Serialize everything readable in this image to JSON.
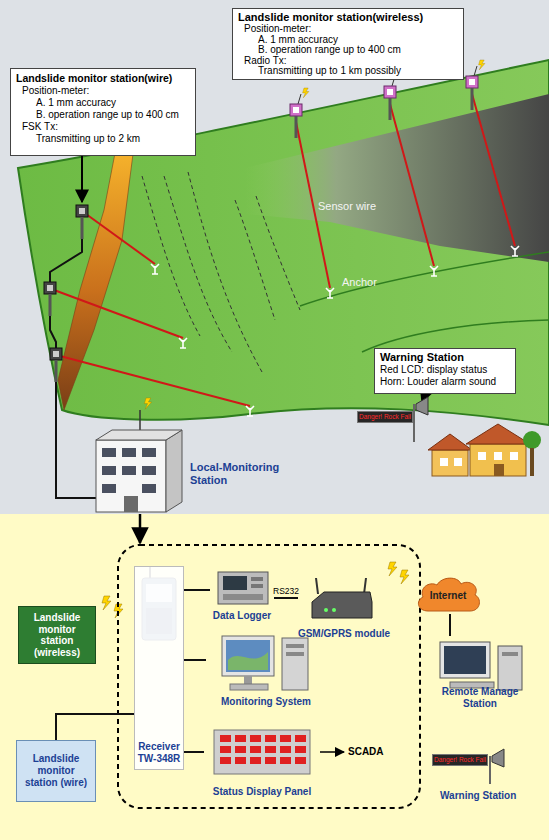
{
  "diagram": {
    "nodes": [
      {
        "text": [
          "Landslide monitor station(wireless)",
          "Position-meter:",
          "A. 1 mm accuracy",
          "B. operation range up to 400 cm",
          "Radio Tx:",
          "Transmitting up to 1 km possibly"
        ]
      },
      {
        "text": [
          "Landslide monitor station(wire)",
          "Position-meter:",
          "A. 1 mm accuracy",
          "B. operation range up to 400 cm",
          "FSK Tx:",
          "Transmitting up to 2 km"
        ]
      },
      {
        "text": [
          "Warning Station",
          "Red LCD: display status",
          "Horn: Louder alarm sound"
        ]
      },
      {
        "text": [
          "Danger! Rock Fall"
        ]
      },
      {
        "text": [
          "Local-Monitoring Station"
        ]
      },
      {
        "text": [
          "Receiver TW-348R"
        ]
      },
      {
        "text": [
          "Data Logger"
        ]
      },
      {
        "text": [
          "GSM/GPRS module"
        ]
      },
      {
        "text": [
          "Internet"
        ]
      },
      {
        "text": [
          "Landslide monitor station (wireless)"
        ]
      },
      {
        "text": [
          "Monitoring System"
        ]
      },
      {
        "text": [
          "Remote Manage Station"
        ]
      },
      {
        "text": [
          "Landslide monitor station (wire)"
        ]
      },
      {
        "text": [
          "Status Display Panel"
        ]
      },
      {
        "text": [
          "Danger! Rock Fall",
          "Warning Station"
        ]
      }
    ],
    "edges": [
      {
        "from": 5,
        "to": 6,
        "arrow": "none"
      },
      {
        "from": 6,
        "to": 7,
        "label": "RS232",
        "arrow": "none"
      },
      {
        "from": 5,
        "to": 10,
        "arrow": "none"
      },
      {
        "from": 5,
        "to": 13,
        "arrow": "none"
      },
      {
        "from": 8,
        "to": 11,
        "arrow": "none"
      },
      {
        "from": 12,
        "to": 5,
        "arrow": "none"
      }
    ],
    "labels": [
      "Sensor wire",
      "Anchor",
      "SCADA"
    ]
  }
}
